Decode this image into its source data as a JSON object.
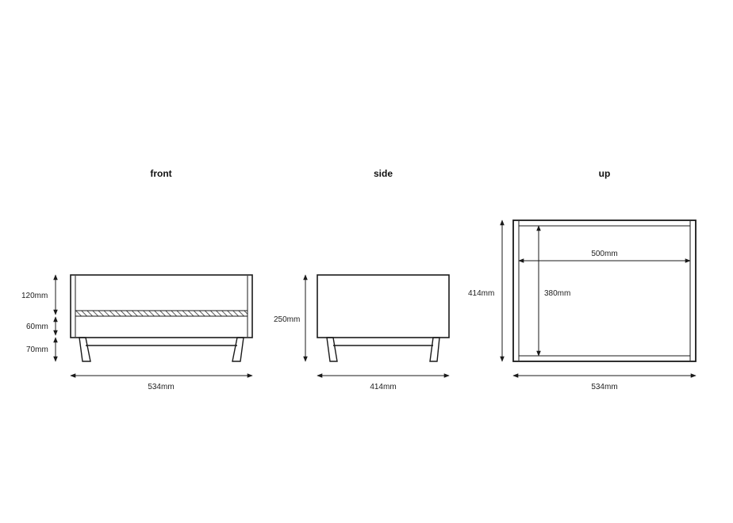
{
  "views": {
    "front": {
      "title": "front",
      "dims": {
        "width": "534mm",
        "upper_height": "120mm",
        "middle_height": "60mm",
        "leg_height": "70mm"
      }
    },
    "side": {
      "title": "side",
      "dims": {
        "width": "414mm",
        "height": "250mm"
      }
    },
    "up": {
      "title": "up",
      "dims": {
        "outer_width": "534mm",
        "outer_depth": "414mm",
        "inner_width": "500mm",
        "inner_depth": "380mm"
      }
    }
  },
  "colors": {
    "line": "#1a1a1a",
    "hatch": "#333333",
    "background": "#ffffff"
  }
}
